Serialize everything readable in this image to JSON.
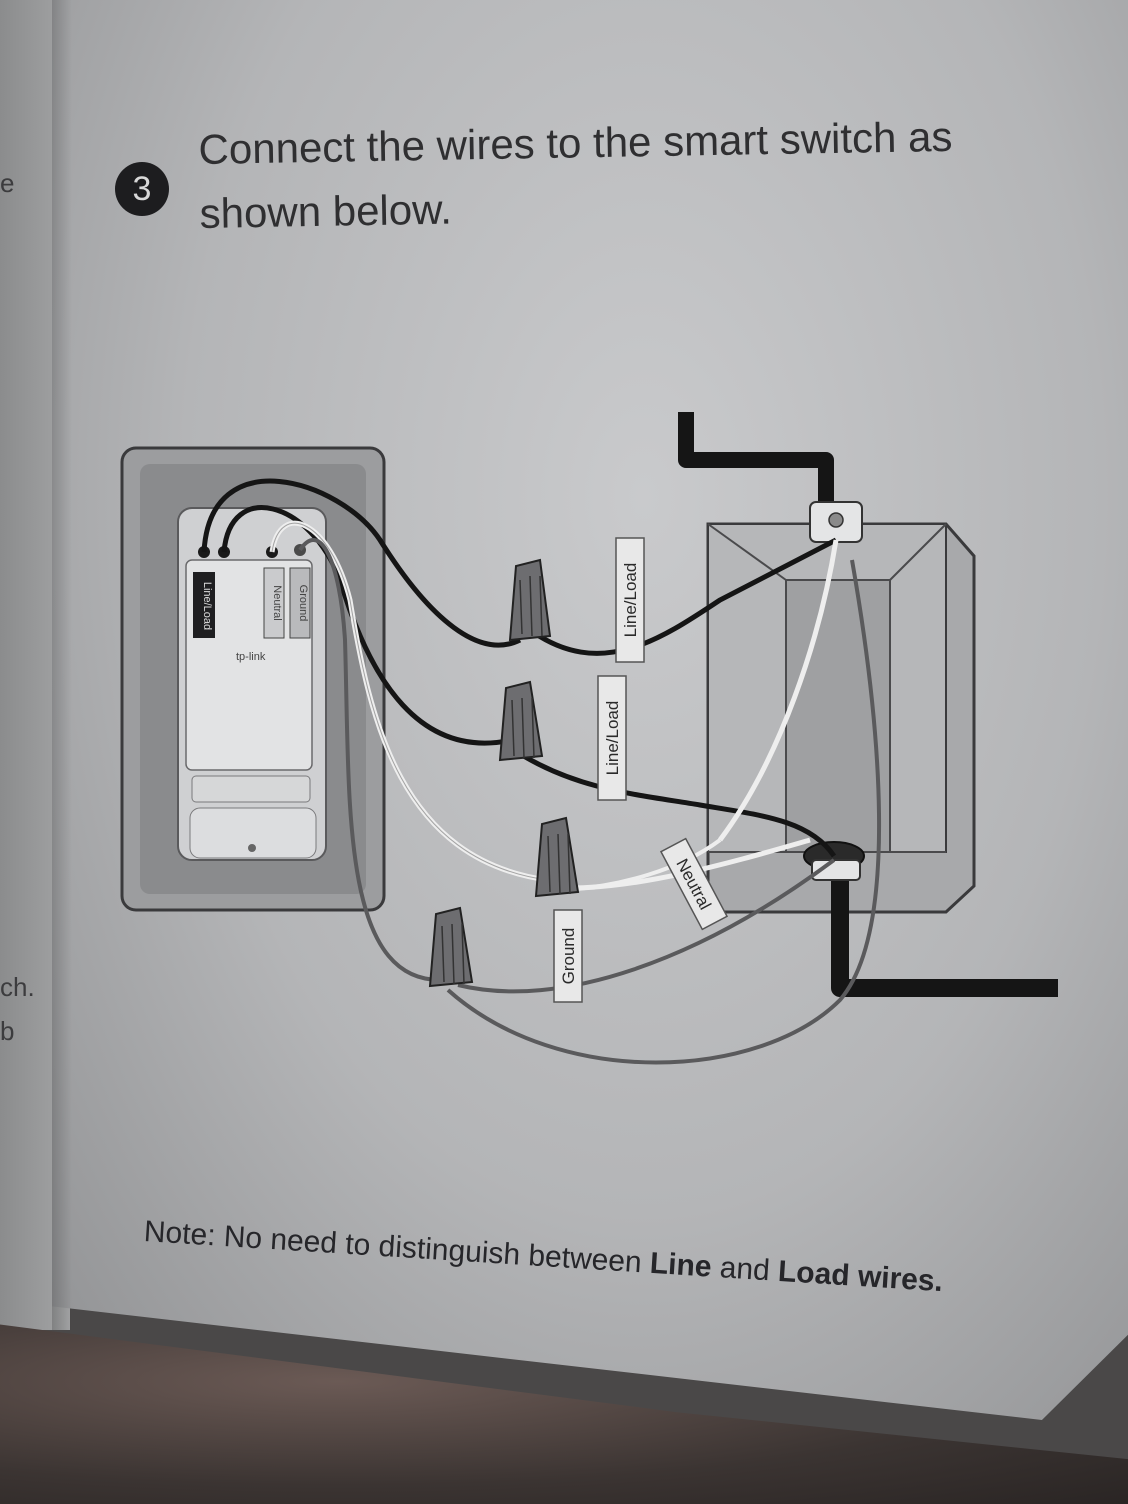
{
  "edge_text": {
    "top": "e",
    "middle1": "ch.",
    "middle2": "b"
  },
  "step": {
    "number": "3",
    "line1": "Connect the wires to the smart switch as",
    "line2": "shown below."
  },
  "diagram": {
    "switch_terminals": [
      "Line/Load",
      "Neutral",
      "Ground"
    ],
    "switch_logo": "tp-link",
    "wire_labels": {
      "top": "Line/Load",
      "middle": "Line/Load",
      "neutral": "Neutral",
      "ground": "Ground"
    }
  },
  "note": {
    "prefix": "Note: No need to distinguish between ",
    "bold1": "Line",
    "mid": " and ",
    "bold2": "Load wires."
  }
}
